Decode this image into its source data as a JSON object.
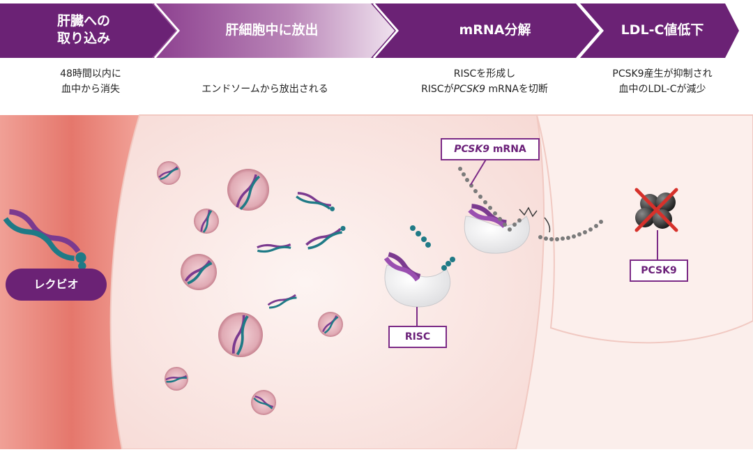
{
  "steps": [
    {
      "line1": "肝臓への",
      "line2": "取り込み"
    },
    {
      "label": "肝細胞中に放出"
    },
    {
      "label": "mRNA分解"
    },
    {
      "label": "LDL-C値低下"
    }
  ],
  "descriptions": {
    "uptake": {
      "line1": "48時間以内に",
      "line2": "血中から消失"
    },
    "release": {
      "line1": "エンドソームから放出される"
    },
    "degradation": {
      "line1": "RISCを形成し",
      "line2_pre": "RISCが",
      "line2_italic": "PCSK9",
      "line2_post": " mRNAを切断"
    },
    "ldl": {
      "line1": "PCSK9産生が抑制され",
      "line2": "血中のLDL-Cが減少"
    }
  },
  "labels": {
    "drug": "レクビオ",
    "risc": "RISC",
    "mrna_italic": "PCSK9",
    "mrna_post": " mRNA",
    "pcsk9": "PCSK9"
  },
  "colors": {
    "banner": "#6b2275",
    "banner_light": "#c9a3c8",
    "vessel": "#e98b82",
    "liver": "#fbe9e6",
    "vesicle": "#c98a95",
    "rna_purple": "#7b3a8f",
    "rna_teal": "#1f7a86",
    "cross": "#d6312b"
  }
}
